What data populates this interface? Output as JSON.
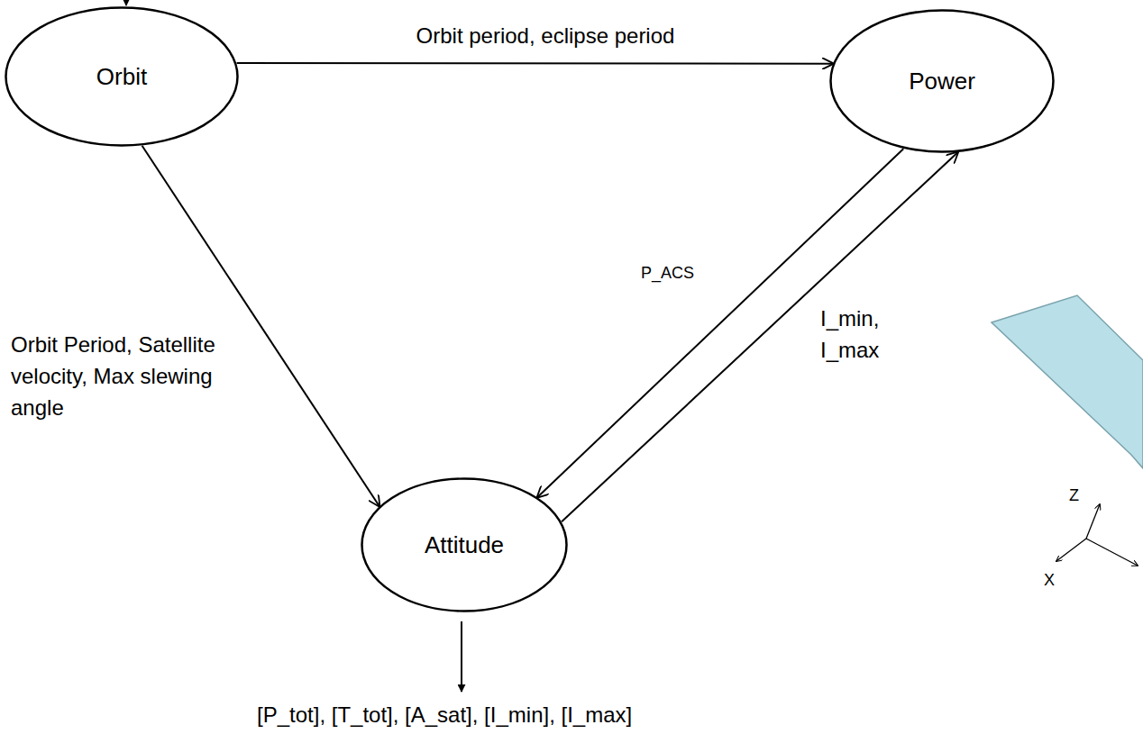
{
  "diagram": {
    "nodes": [
      {
        "text": [
          "Orbit"
        ]
      },
      {
        "text": [
          "Power"
        ]
      },
      {
        "text": [
          "Attitude"
        ]
      }
    ],
    "edges": [
      {
        "from": 0,
        "to": 1,
        "arrow": "to",
        "label": "Orbit period, eclipse period"
      },
      {
        "from": 0,
        "to": 2,
        "arrow": "to",
        "label": "Orbit Period, Satellite velocity, Max slewing angle"
      },
      {
        "from": 1,
        "to": 2,
        "arrow": "to",
        "label": "P_ACS"
      },
      {
        "from": 2,
        "to": 1,
        "arrow": "to",
        "label": "I_min, I_max"
      }
    ],
    "labels": [
      "Z",
      "X",
      "[P_tot], [T_tot], [A_sat], [I_min], [I_max]"
    ]
  }
}
